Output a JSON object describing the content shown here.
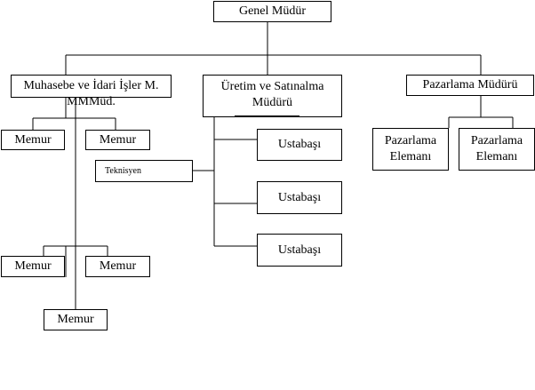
{
  "nodes": {
    "genel_mudur": "Genel Müdür",
    "muhasebe": "Muhasebe ve İdari İşler M.\nMMMüd.",
    "uretim": "Üretim ve Satınalma\nMüdürü",
    "pazarlama_mudur": "Pazarlama Müdürü",
    "memur_1": "Memur",
    "memur_2": "Memur",
    "memur_3": "Memur",
    "memur_4": "Memur",
    "memur_5": "Memur",
    "teknisyen": "Teknisyen",
    "ustabasi_1": "Ustabaşı",
    "ustabasi_2": "Ustabaşı",
    "ustabasi_3": "Ustabaşı",
    "pazarlama_elemani_1": "Pazarlama\nElemanı",
    "pazarlama_elemani_2": "Pazarlama\nElemanı"
  },
  "colors": {
    "line": "#000000",
    "box_border": "#000000",
    "box_fill": "#ffffff"
  }
}
